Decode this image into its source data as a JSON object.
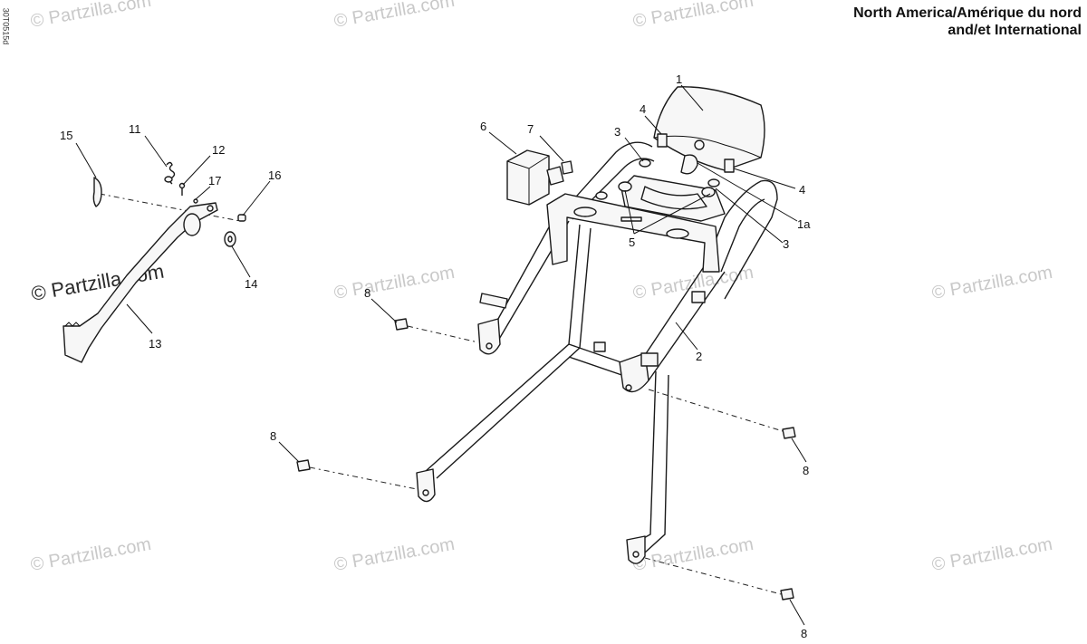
{
  "header": {
    "line1": "North America/Amérique du nord",
    "line2": "and/et International"
  },
  "side_code": "30T0515d",
  "watermark": {
    "faint": "© Partzilla.com",
    "strong": "© Partzilla.com"
  },
  "callouts": {
    "c1": "1",
    "c1a": "1a",
    "c2": "2",
    "c3a": "3",
    "c3b": "3",
    "c4a": "4",
    "c4b": "4",
    "c5": "5",
    "c6": "6",
    "c7": "7",
    "c8a": "8",
    "c8b": "8",
    "c8c": "8",
    "c8d": "8",
    "c11": "11",
    "c12": "12",
    "c13": "13",
    "c14": "14",
    "c15": "15",
    "c16": "16",
    "c17": "17"
  }
}
